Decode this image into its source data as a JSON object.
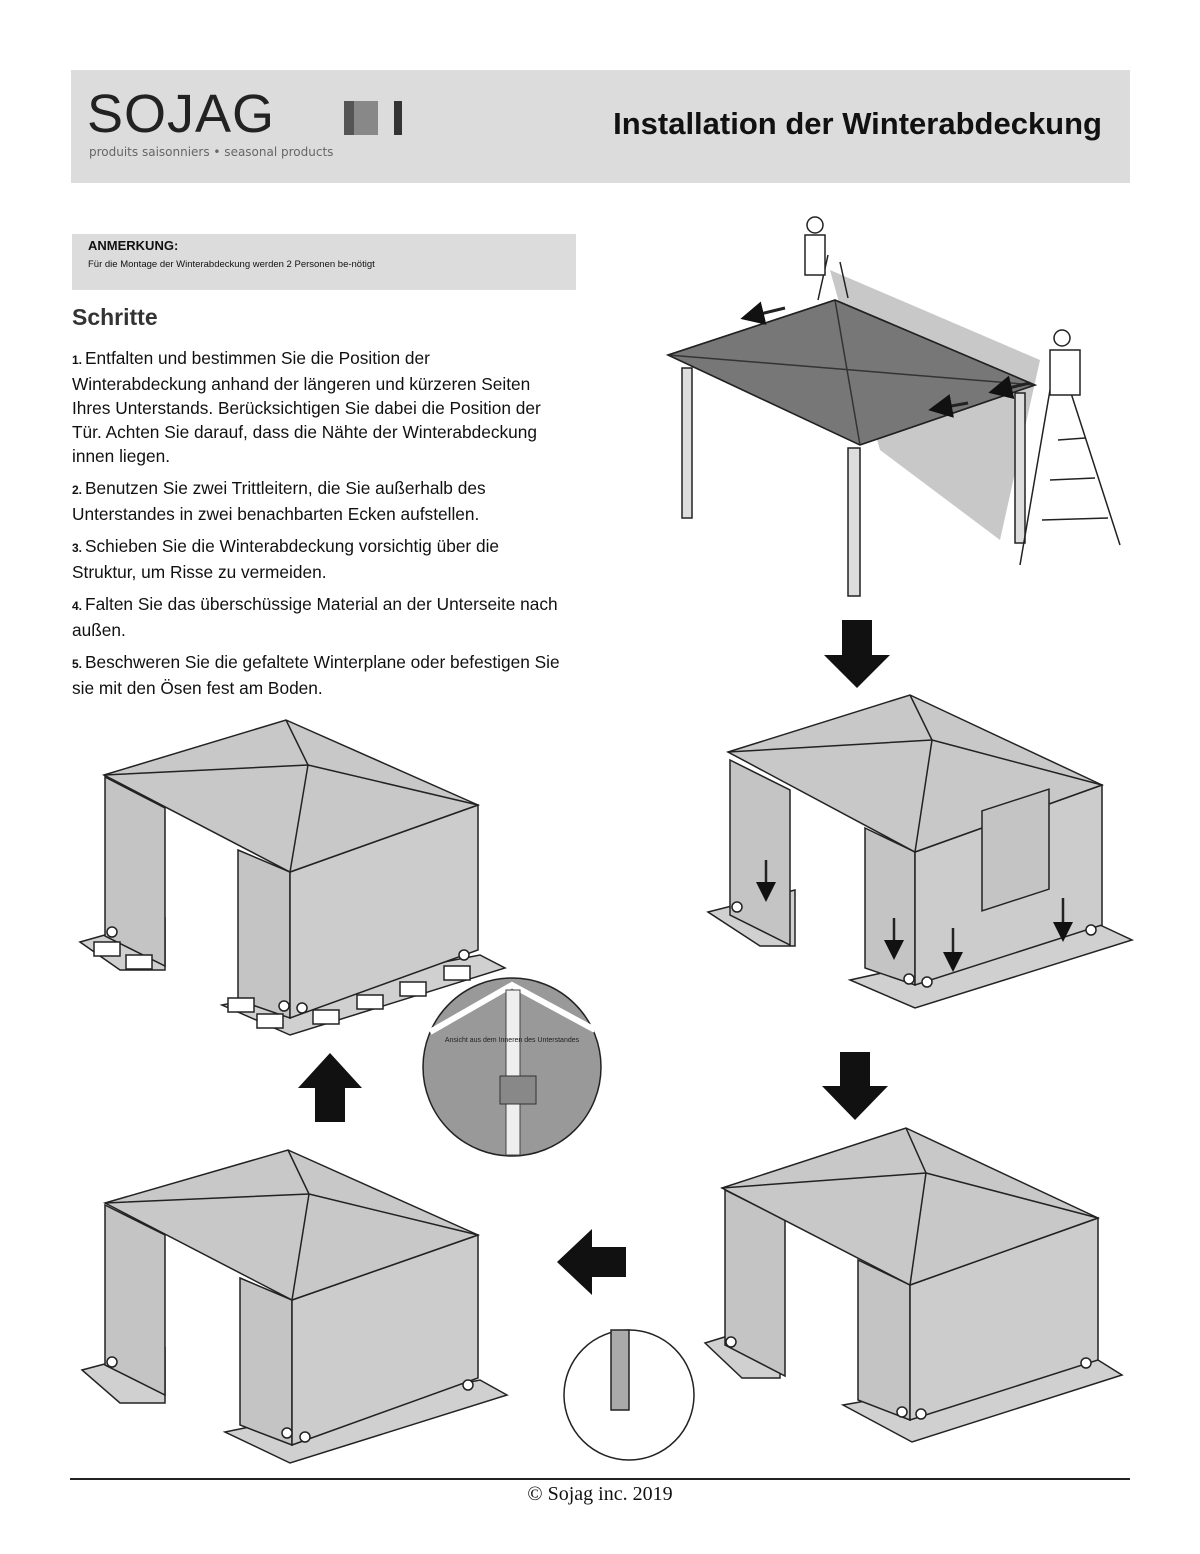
{
  "header": {
    "brand": "SOJAG",
    "tagline": "produits saisonniers • seasonal products",
    "title": "Installation der Winterabdeckung"
  },
  "note": {
    "heading": "ANMERKUNG:",
    "text": "Für die Montage der Winterabdeckung werden 2 Personen be-nötigt"
  },
  "steps_heading": "Schritte",
  "steps": [
    {
      "num": "1.",
      "text": "Entfalten und bestimmen Sie die Position der Winterabdeckung anhand der längeren und kürzeren Seiten Ihres Unterstands. Berücksichtigen Sie dabei die Position der Tür. Achten Sie darauf, dass die Nähte der Winterabdeckung innen liegen."
    },
    {
      "num": "2.",
      "text": "Benutzen Sie zwei Trittleitern, die Sie außerhalb des Unterstandes in zwei benachbarten Ecken aufstellen."
    },
    {
      "num": "3.",
      "text": "Schieben Sie die Winterabdeckung vorsichtig über die Struktur, um Risse zu vermeiden."
    },
    {
      "num": "4.",
      "text": "Falten Sie das überschüssige Material an der Unterseite nach außen."
    },
    {
      "num": "5.",
      "text": "Beschweren Sie die gefaltete Winterplane oder befestigen Sie sie mit den Ösen fest am Boden."
    }
  ],
  "detail_caption": "Ansicht aus dem Inneren des Unterstandes",
  "footer": "© Sojag inc. 2019"
}
